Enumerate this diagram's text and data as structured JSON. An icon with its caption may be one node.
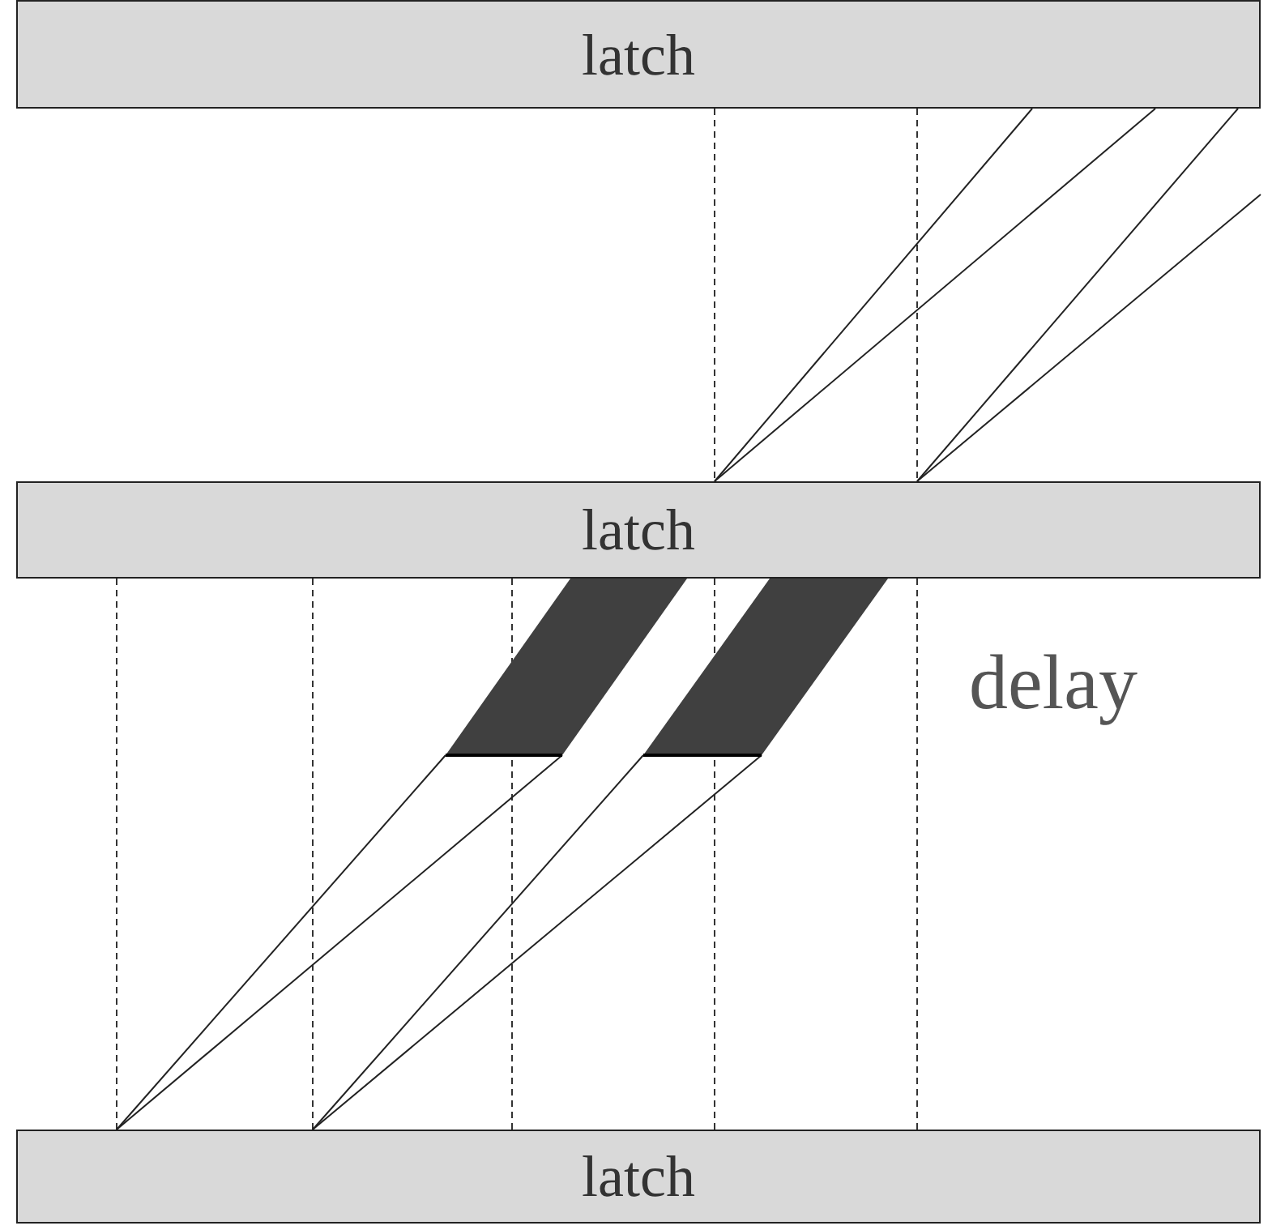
{
  "diagram": {
    "nodes": [
      {
        "text": [
          "latch"
        ]
      },
      {
        "text": [
          "latch"
        ]
      },
      {
        "text": [
          "latch"
        ]
      }
    ],
    "labels": [
      "delay"
    ]
  }
}
